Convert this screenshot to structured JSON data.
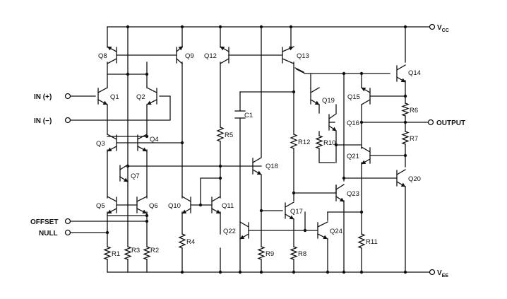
{
  "schematic": {
    "terminals": {
      "vcc": "V",
      "vcc_sub": "CC",
      "vee": "V",
      "vee_sub": "EE",
      "in_plus": "IN (+)",
      "in_minus": "IN (−)",
      "offset": "OFFSET",
      "null": "NULL",
      "output": "OUTPUT"
    },
    "transistors": {
      "q1": "Q1",
      "q2": "Q2",
      "q3": "Q3",
      "q4": "Q4",
      "q5": "Q5",
      "q6": "Q6",
      "q7": "Q7",
      "q8": "Q8",
      "q9": "Q9",
      "q10": "Q10",
      "q11": "Q11",
      "q12": "Q12",
      "q13": "Q13",
      "q14": "Q14",
      "q15": "Q15",
      "q16": "Q16",
      "q17": "Q17",
      "q18": "Q18",
      "q19": "Q19",
      "q20": "Q20",
      "q21": "Q21",
      "q22": "Q22",
      "q23": "Q23",
      "q24": "Q24"
    },
    "resistors": {
      "r1": "R1",
      "r2": "R2",
      "r3": "R3",
      "r4": "R4",
      "r5": "R5",
      "r6": "R6",
      "r7": "R7",
      "r8": "R8",
      "r9": "R9",
      "r10": "R10",
      "r11": "R11",
      "r12": "R12"
    },
    "capacitors": {
      "c1": "C1"
    }
  }
}
